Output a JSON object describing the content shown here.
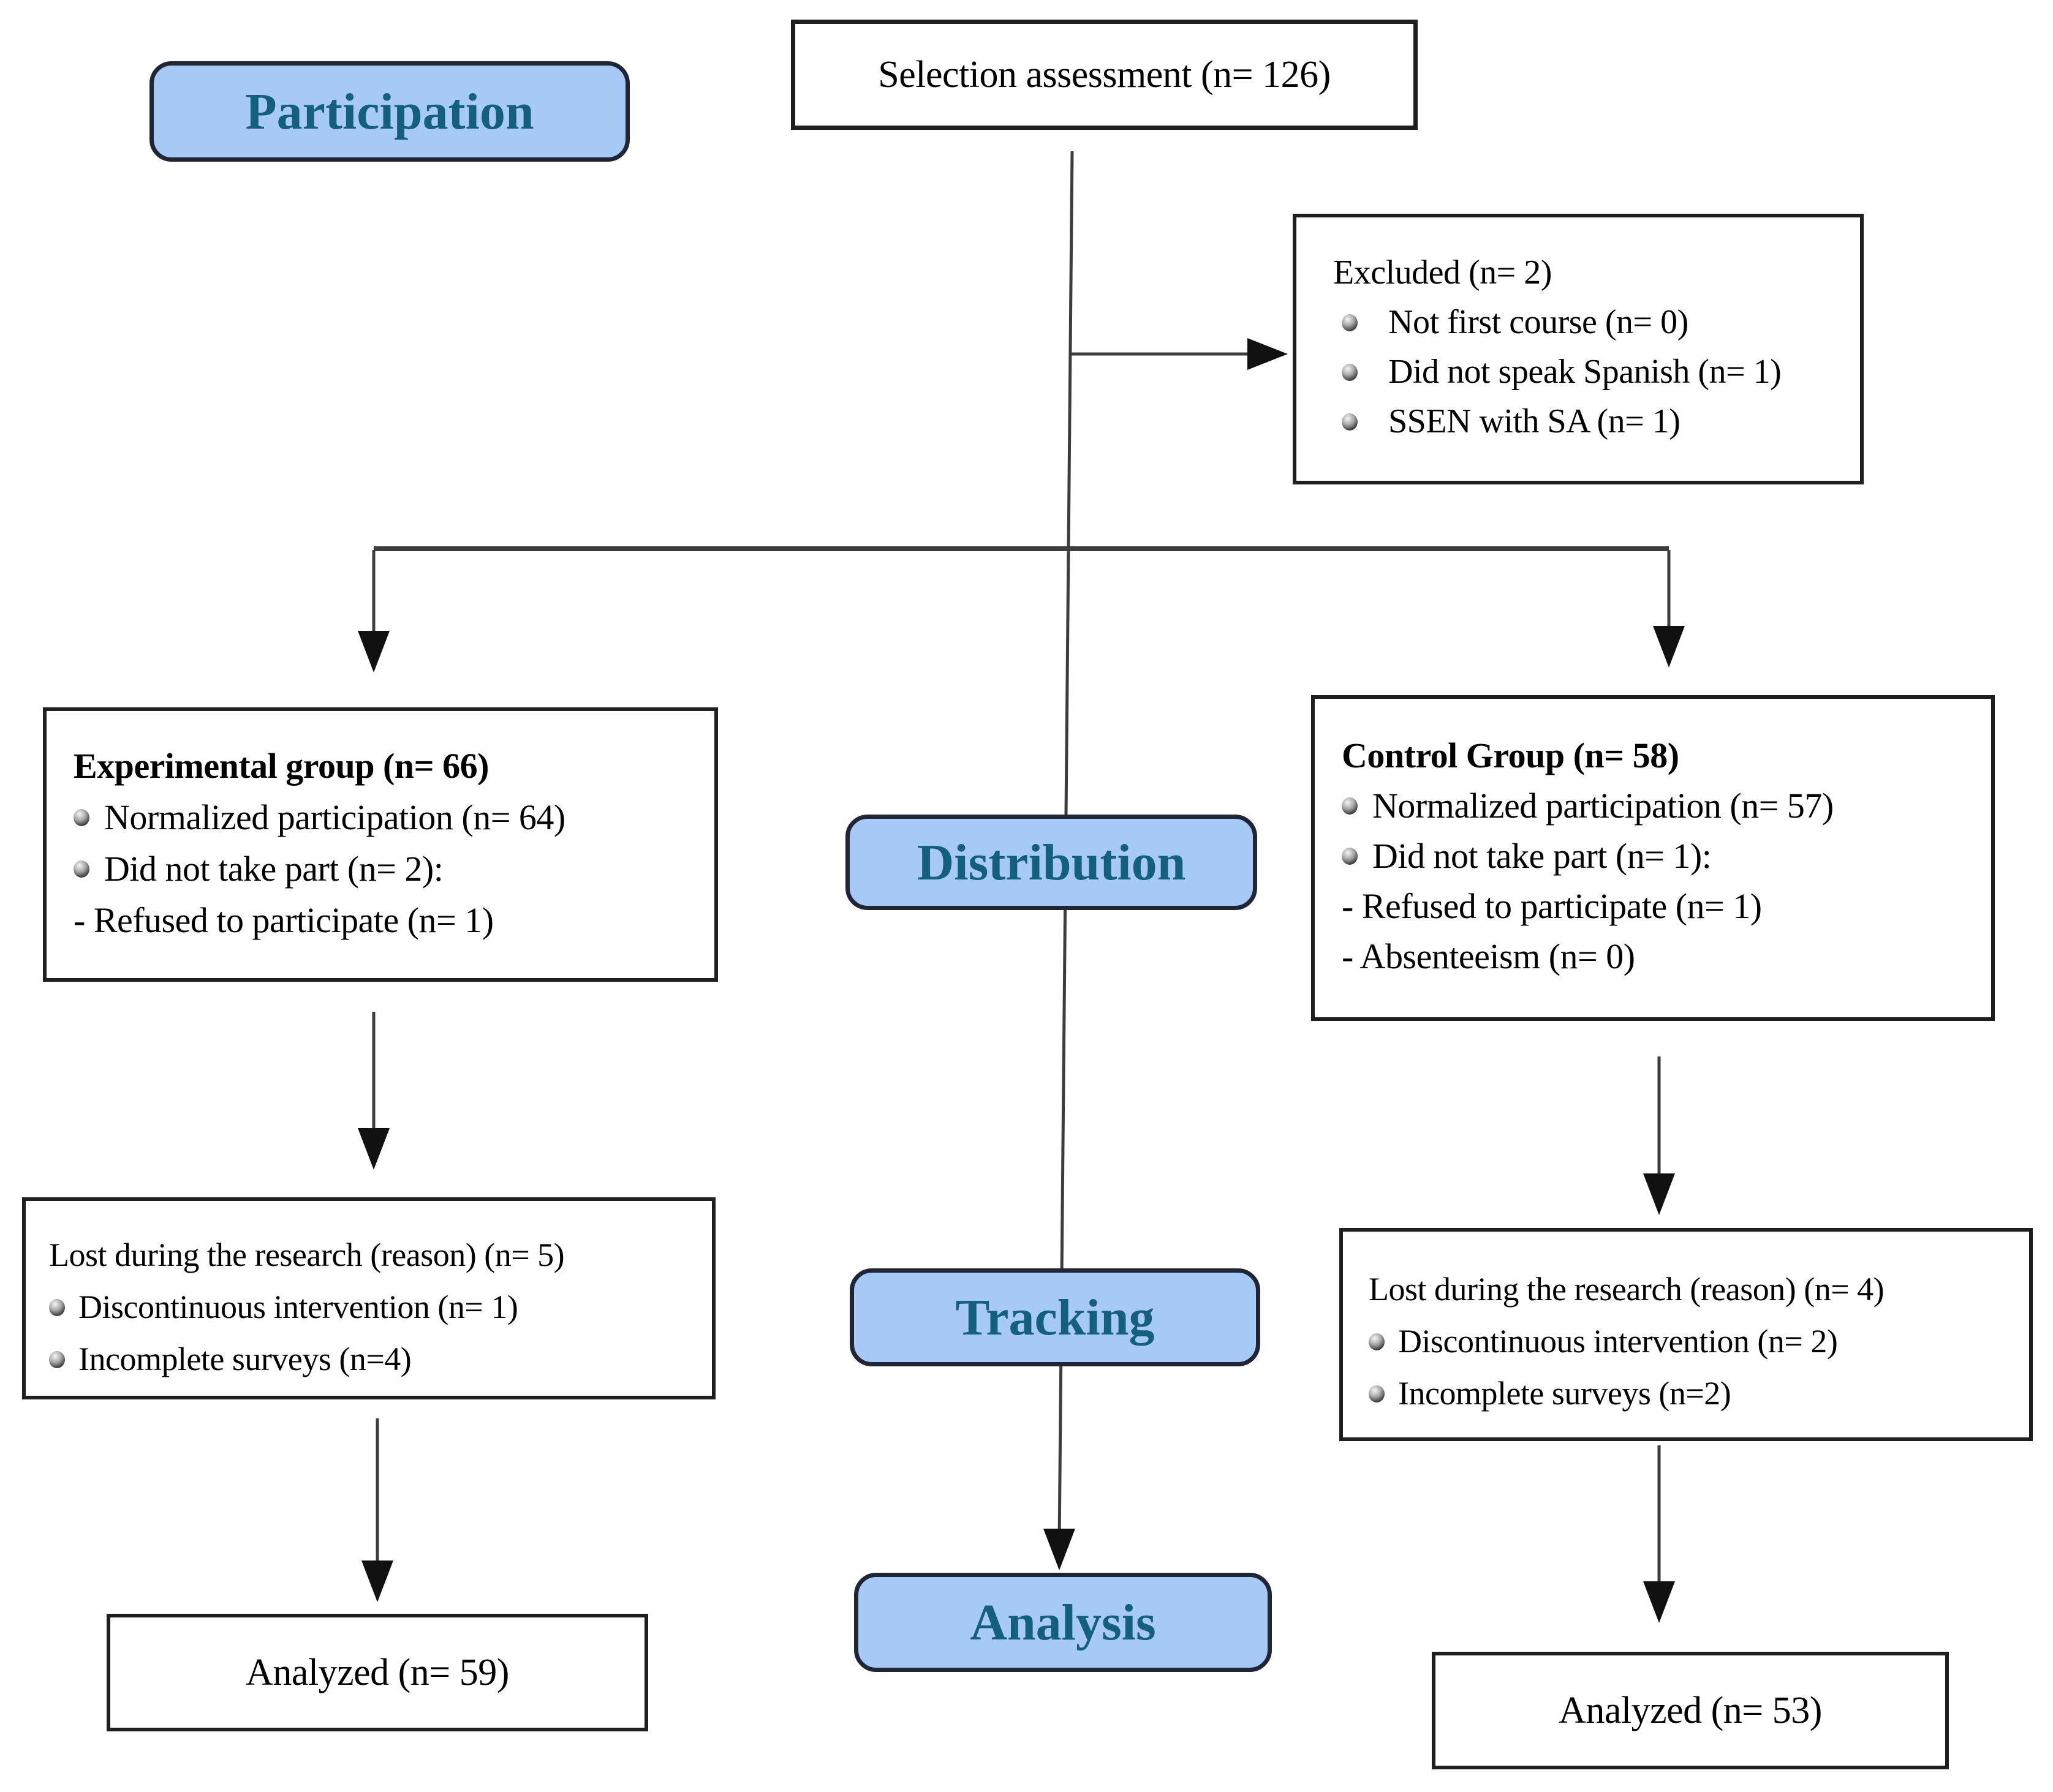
{
  "stages": {
    "participation": "Participation",
    "distribution": "Distribution",
    "tracking": "Tracking",
    "analysis": "Analysis"
  },
  "boxes": {
    "selection": {
      "title": "Selection assessment (n= 126)"
    },
    "excluded": {
      "title": "Excluded (n= 2)",
      "bullet_1": "Not first course (n= 0)",
      "bullet_2": "Did not speak Spanish (n= 1)",
      "bullet_3": "SSEN with SA (n= 1)"
    },
    "experimental": {
      "title": "Experimental group (n= 66)",
      "bullet_1": "Normalized participation (n= 64)",
      "bullet_2": "Did not take part (n= 2):",
      "dash_1": "- Refused to participate (n= 1)"
    },
    "control": {
      "title": "Control Group (n= 58)",
      "bullet_1": "Normalized participation (n= 57)",
      "bullet_2": "Did not take part (n= 1):",
      "dash_1": "- Refused to participate (n= 1)",
      "dash_2": "- Absenteeism (n= 0)"
    },
    "lost_experimental": {
      "title": "Lost during the research (reason) (n= 5)",
      "bullet_1": "Discontinuous intervention (n= 1)",
      "bullet_2": "Incomplete surveys (n=4)"
    },
    "lost_control": {
      "title": "Lost during the research (reason) (n= 4)",
      "bullet_1": "Discontinuous intervention (n= 2)",
      "bullet_2": "Incomplete surveys (n=2)"
    },
    "analyzed_experimental": {
      "title": "Analyzed (n= 59)"
    },
    "analyzed_control": {
      "title": "Analyzed (n= 53)"
    }
  },
  "icons": {
    "bullet": "circle-bullet"
  },
  "colors": {
    "stage_fill": "#a7c9f5",
    "stage_text": "#145f7d",
    "box_border": "#1f1f1f",
    "line": "#3d3d3d"
  }
}
